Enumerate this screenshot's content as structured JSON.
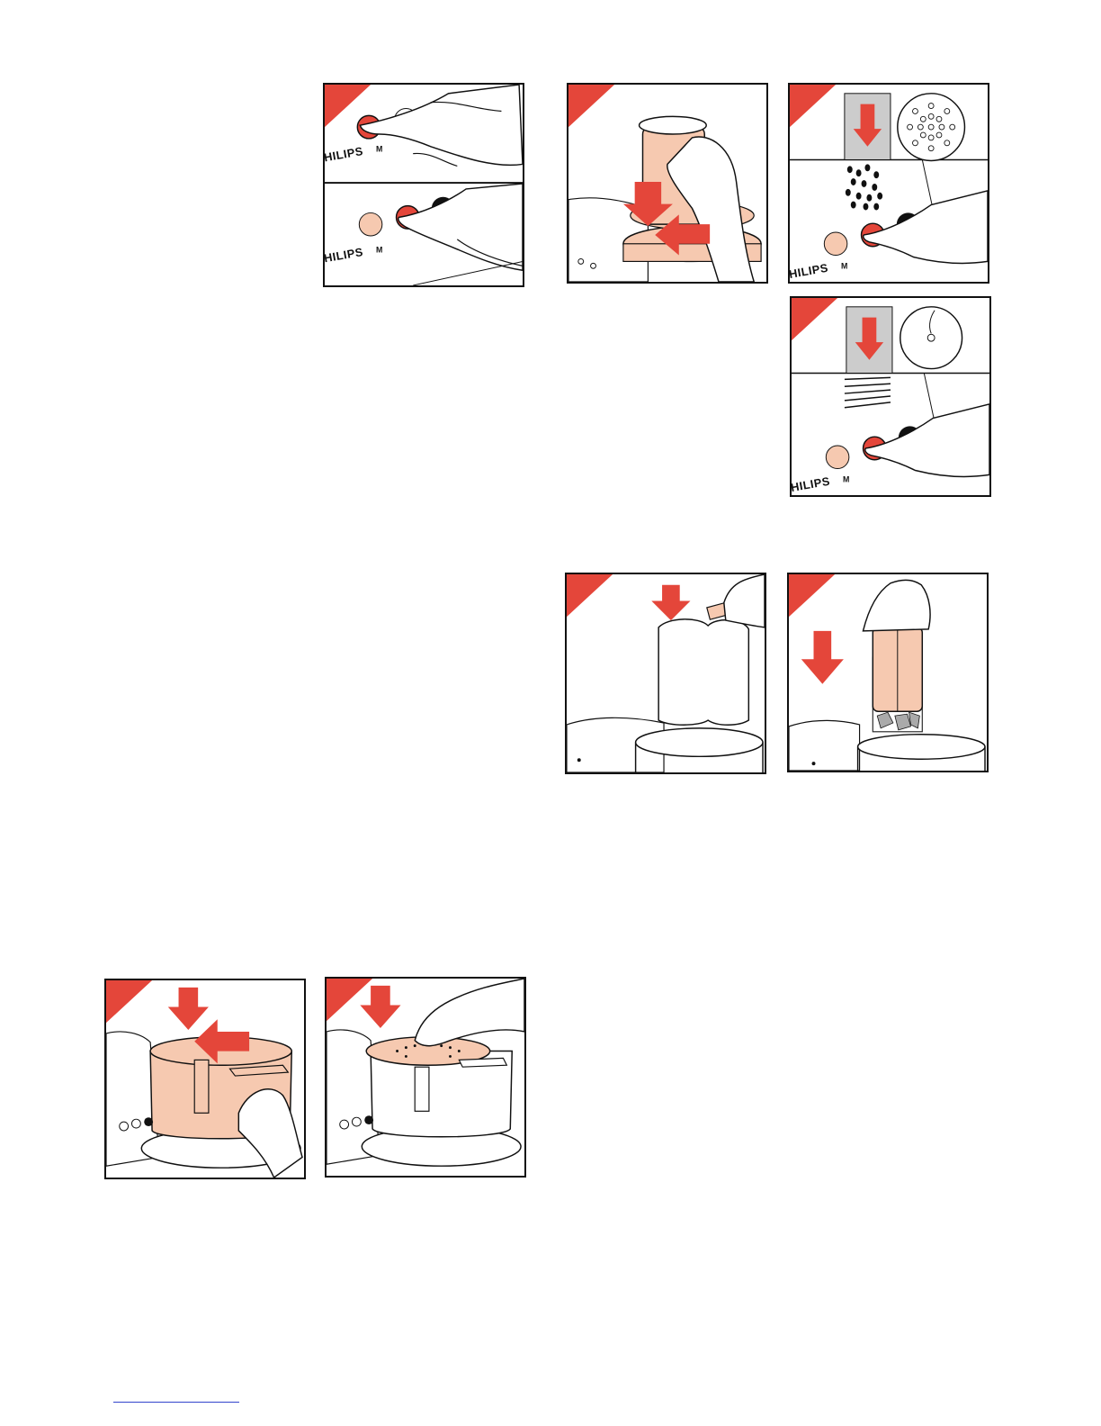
{
  "brand": "HILIPS",
  "button_label": "M",
  "colors": {
    "accent": "#e4463a",
    "peach": "#f6c9b0",
    "outline": "#111111",
    "gray_box": "#cccccc"
  },
  "figures": [
    {
      "name": "fig-press-m-then-pulse",
      "icons": [
        "corner-flag",
        "red-button",
        "hand-pointing"
      ]
    },
    {
      "name": "fig-insert-pusher",
      "icons": [
        "corner-flag",
        "down-arrow",
        "left-arrow",
        "hand"
      ]
    },
    {
      "name": "fig-grating-disc",
      "icons": [
        "corner-flag",
        "down-arrow",
        "grating-disc",
        "grated-food",
        "hand-pointing"
      ]
    },
    {
      "name": "fig-slicing-disc",
      "icons": [
        "corner-flag",
        "down-arrow",
        "slicing-disc",
        "sliced-food",
        "hand-pointing"
      ]
    },
    {
      "name": "fig-feed-food",
      "icons": [
        "corner-flag",
        "down-arrow",
        "food-block",
        "hand"
      ]
    },
    {
      "name": "fig-push-food",
      "icons": [
        "corner-flag",
        "down-arrow",
        "pusher",
        "hand"
      ]
    },
    {
      "name": "fig-attach-bowl",
      "icons": [
        "corner-flag",
        "down-arrow",
        "left-arrow",
        "bowl",
        "hand"
      ]
    },
    {
      "name": "fig-place-disc",
      "icons": [
        "corner-flag",
        "down-arrow",
        "disc",
        "bowl",
        "hand"
      ]
    }
  ]
}
